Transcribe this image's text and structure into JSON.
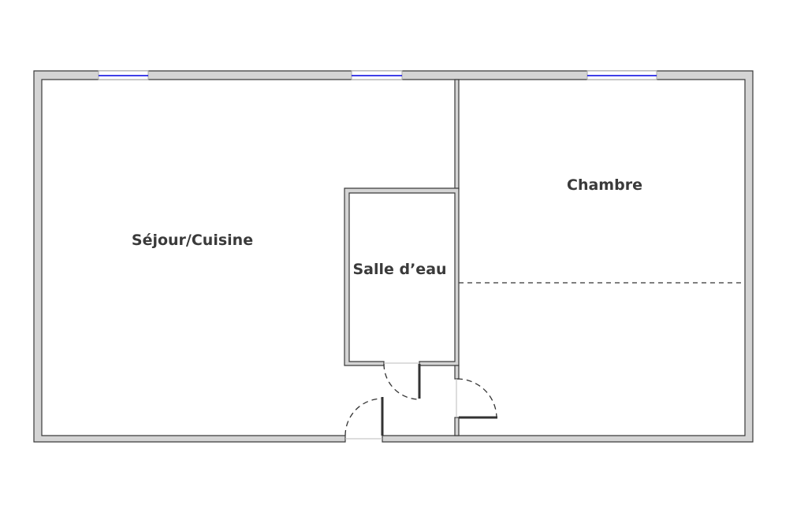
{
  "plan": {
    "rooms": [
      {
        "name": "Séjour/Cuisine"
      },
      {
        "name": "Salle d’eau"
      },
      {
        "name": "Chambre"
      }
    ],
    "colors": {
      "wall_fill": "#d4d4d4",
      "wall_stroke": "#3a3a3a",
      "window_glass": "#0000e0"
    }
  }
}
